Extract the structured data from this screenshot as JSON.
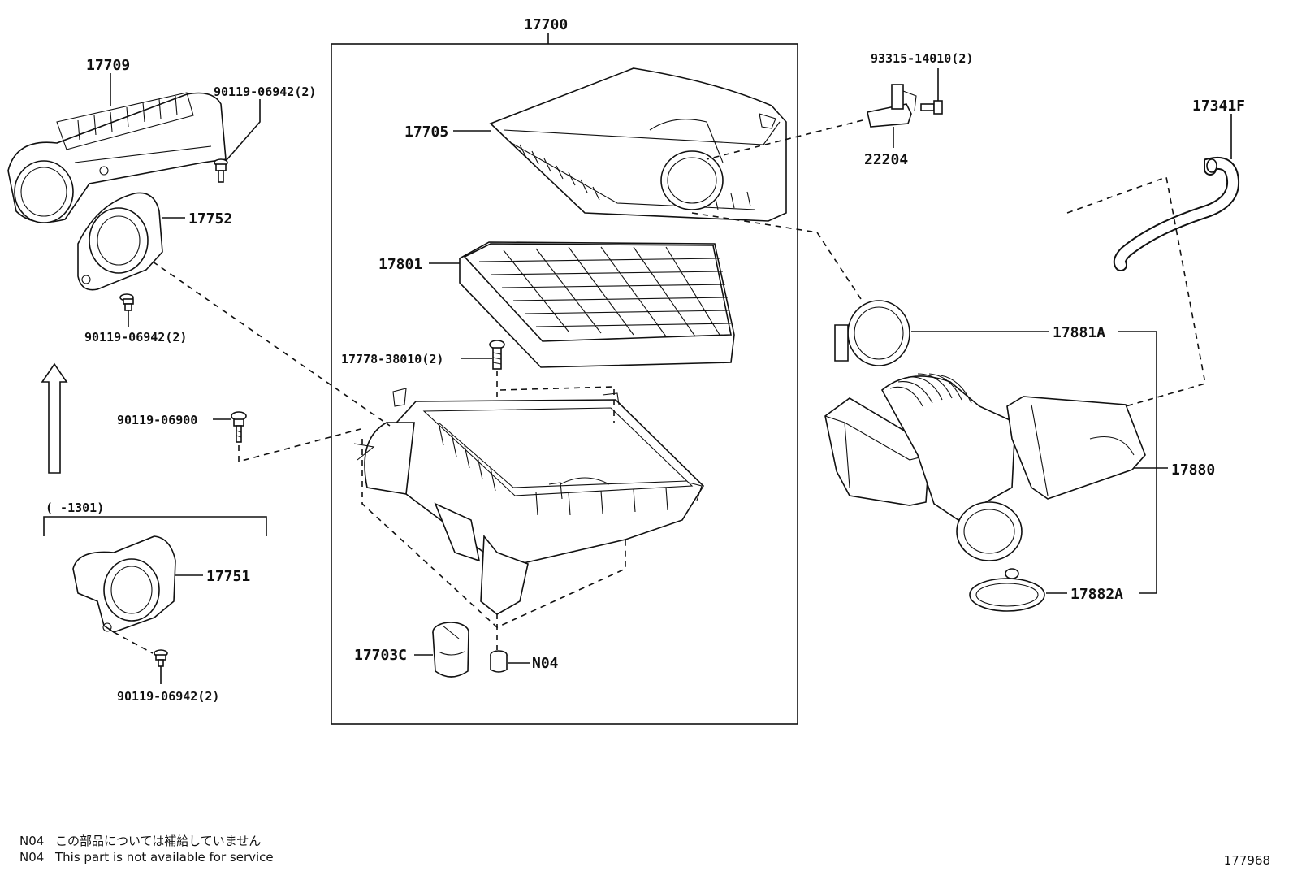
{
  "labels": {
    "p17700": "17700",
    "p17709": "17709",
    "p90119_06942_a": "90119-06942(2)",
    "p17752": "17752",
    "p90119_06942_b": "90119-06942(2)",
    "p90119_06900": "90119-06900",
    "p_range": "(    -1301)",
    "p17751": "17751",
    "p90119_06942_c": "90119-06942(2)",
    "p17705": "17705",
    "p17801": "17801",
    "p17778_38010": "17778-38010(2)",
    "p17703C": "17703C",
    "pN04": "N04",
    "p93315_14010": "93315-14010(2)",
    "p22204": "22204",
    "p17341F": "17341F",
    "p17881A": "17881A",
    "p17880": "17880",
    "p17882A": "17882A"
  },
  "notes": [
    {
      "code": "N04",
      "text": "この部品については補給していません"
    },
    {
      "code": "N04",
      "text": "This part is not available for service"
    }
  ],
  "figure_id": "177968"
}
